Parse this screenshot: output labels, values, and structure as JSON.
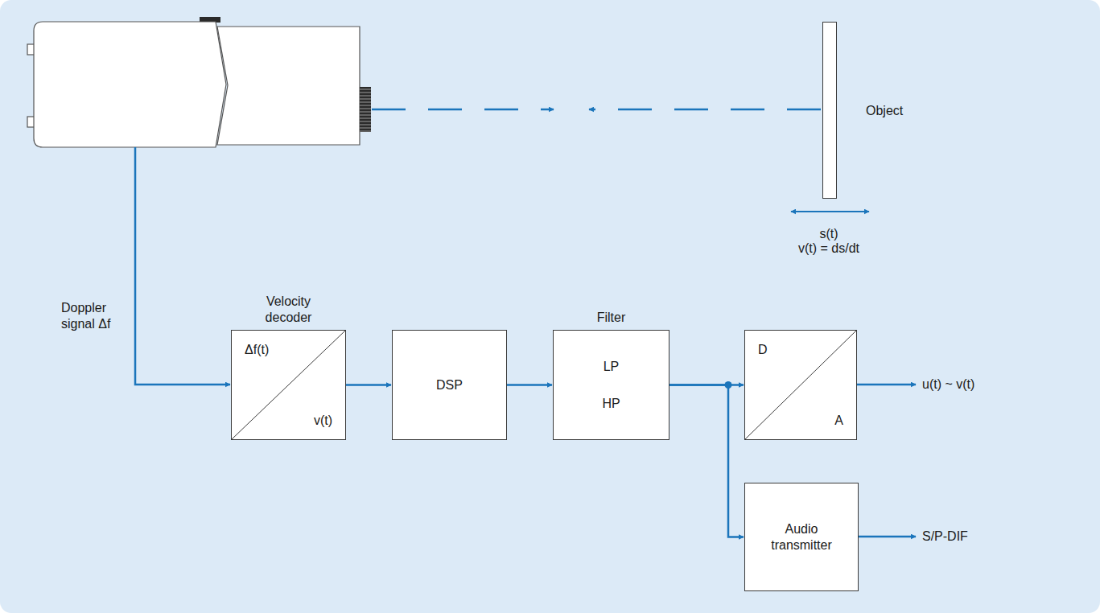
{
  "diagram": {
    "nodes": [
      {
        "text": [
          "Object"
        ]
      },
      {
        "text": [
          "Velocity decoder",
          "Δf(t)",
          "v(t)"
        ]
      },
      {
        "text": [
          "DSP"
        ]
      },
      {
        "text": [
          "Filter",
          "LP",
          "HP"
        ]
      },
      {
        "text": [
          "D",
          "A"
        ]
      },
      {
        "text": [
          "Audio transmitter"
        ]
      }
    ],
    "edges": [
      {
        "from": 1,
        "to": 2,
        "arrow": "to"
      },
      {
        "from": 2,
        "to": 3,
        "arrow": "to"
      },
      {
        "from": 3,
        "to": 4,
        "arrow": "to"
      },
      {
        "from": 3,
        "to": 5,
        "arrow": "to"
      }
    ],
    "labels": [
      "s(t)",
      "v(t) = ds/dt",
      "Doppler signal Δf",
      "u(t) ~ v(t)",
      "S/P-DIF"
    ]
  }
}
